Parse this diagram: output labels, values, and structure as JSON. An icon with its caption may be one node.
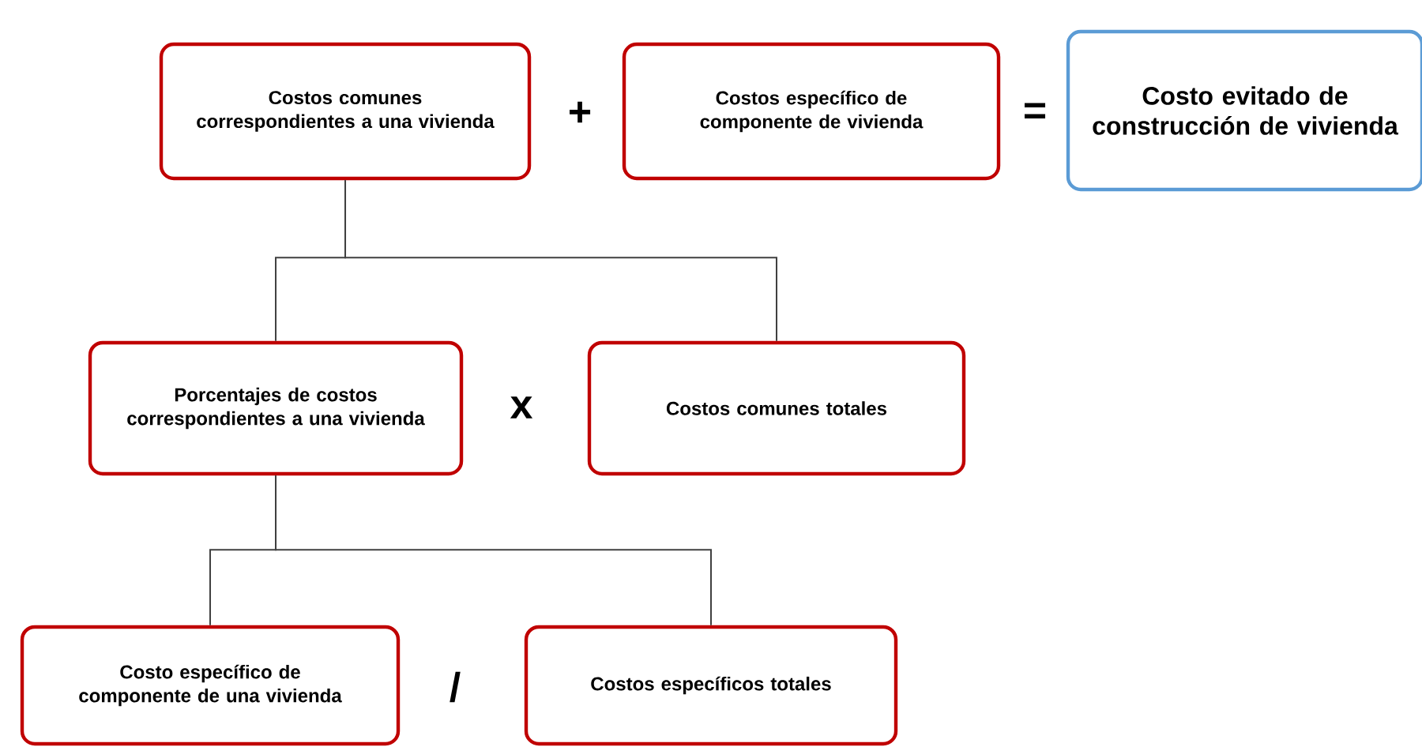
{
  "diagram": {
    "nodes": [
      {
        "text": [
          "Costos comunes correspondientes a una vivienda"
        ]
      },
      {
        "text": [
          "Costos específico de componente de vivienda"
        ]
      },
      {
        "text": [
          "Costo evitado de construcción de vivienda"
        ]
      },
      {
        "text": [
          "Porcentajes de costos correspondientes a una vivienda"
        ]
      },
      {
        "text": [
          "Costos comunes totales"
        ]
      },
      {
        "text": [
          "Costo específico de componente de una vivienda"
        ]
      },
      {
        "text": [
          "Costos específicos totales"
        ]
      }
    ],
    "edges": [
      {
        "from": 0,
        "to": 3,
        "arrow": "none"
      },
      {
        "from": 0,
        "to": 4,
        "arrow": "none"
      },
      {
        "from": 3,
        "to": 5,
        "arrow": "none"
      },
      {
        "from": 3,
        "to": 6,
        "arrow": "none"
      }
    ],
    "labels": [
      "+",
      "=",
      "x",
      "/"
    ]
  }
}
